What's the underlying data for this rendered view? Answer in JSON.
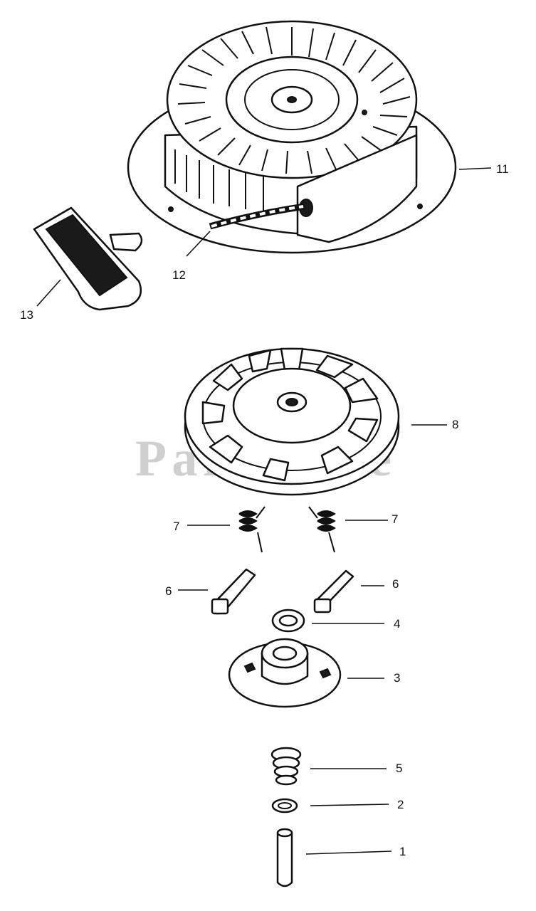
{
  "watermark": "PartsTree",
  "callouts": [
    {
      "id": "11",
      "label": "11",
      "part": "starter-housing"
    },
    {
      "id": "12",
      "label": "12",
      "part": "starter-rope"
    },
    {
      "id": "13",
      "label": "13",
      "part": "starter-handle"
    },
    {
      "id": "8",
      "label": "8",
      "part": "rope-pulley"
    },
    {
      "id": "7a",
      "label": "7",
      "part": "pawl-spring-left"
    },
    {
      "id": "7b",
      "label": "7",
      "part": "pawl-spring-right"
    },
    {
      "id": "6a",
      "label": "6",
      "part": "pawl-left"
    },
    {
      "id": "6b",
      "label": "6",
      "part": "pawl-right"
    },
    {
      "id": "4",
      "label": "4",
      "part": "washer"
    },
    {
      "id": "3",
      "label": "3",
      "part": "pawl-retainer"
    },
    {
      "id": "5",
      "label": "5",
      "part": "brake-spring"
    },
    {
      "id": "2",
      "label": "2",
      "part": "small-washer"
    },
    {
      "id": "1",
      "label": "1",
      "part": "center-pin"
    }
  ]
}
